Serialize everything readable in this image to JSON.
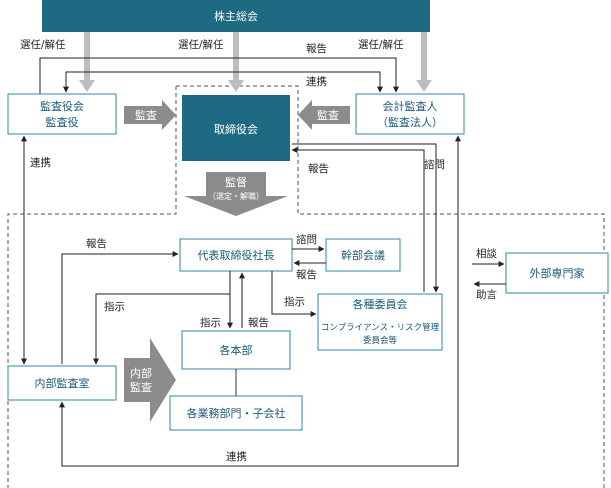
{
  "colors": {
    "teal": "#1d6a82",
    "box_border": "#2e8aa8",
    "box_text": "#1a5a7a",
    "gray_arrow": "#8c8c8c",
    "light_arrow": "#bdbdbd"
  },
  "boxes": {
    "shareholders": "株主総会",
    "audit_board": [
      "監査役会",
      "監査役"
    ],
    "board": "取締役会",
    "accounting_auditor": [
      "会計監査人",
      "（監査法人）"
    ],
    "president": "代表取締役社長",
    "executive_meeting": "幹部会議",
    "committees": "各種委員会",
    "committees_sub": [
      "コンプライアンス・リスク管理",
      "委員会等"
    ],
    "divisions": "各本部",
    "departments": "各業務部門・子会社",
    "internal_audit": "内部監査室",
    "external_experts": "外部専門家"
  },
  "arrows": {
    "audit_left": "監査",
    "audit_right": "監査",
    "supervise": "監督",
    "supervise_sub": "（選定・解職）",
    "internal_audit": [
      "内部",
      "監査"
    ]
  },
  "labels": {
    "elect_left": "選任/解任",
    "elect_center": "選任/解任",
    "elect_right": "選任/解任",
    "report_top": "報告",
    "liaison_top": "連携",
    "liaison_left": "連携",
    "report_mid": "報告",
    "inquiry_right": "諮問",
    "report_president": "報告",
    "inquiry_exec": "諮問",
    "report_exec": "報告",
    "instruct_left": "指示",
    "instruct_committee": "指示",
    "instruct_div": "指示",
    "report_div": "報告",
    "consult": "相談",
    "advice": "助言",
    "liaison_bottom": "連携"
  }
}
